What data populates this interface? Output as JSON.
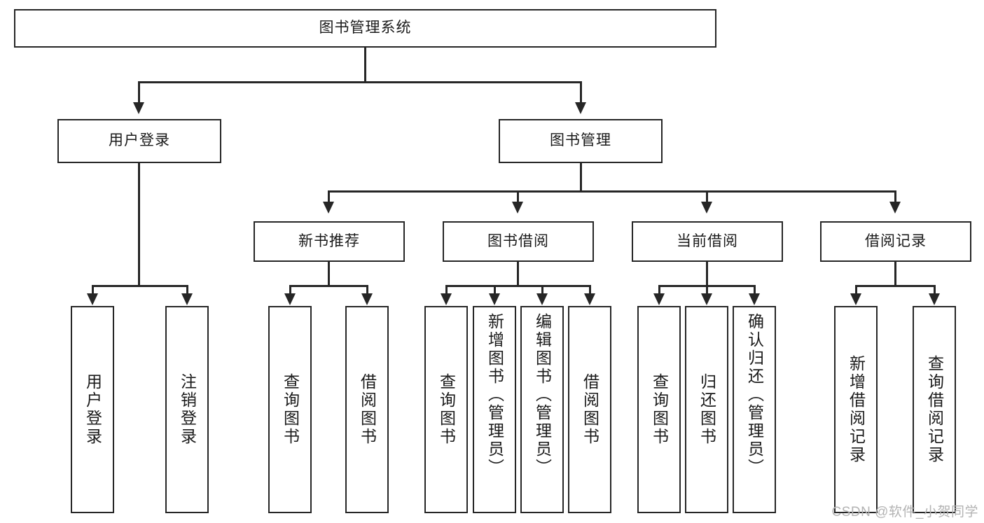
{
  "diagram": {
    "title": "图书管理系统",
    "root": {
      "label": "图书管理系统"
    },
    "level1": [
      {
        "label": "用户登录"
      },
      {
        "label": "图书管理"
      }
    ],
    "level2": [
      {
        "label": "新书推荐"
      },
      {
        "label": "图书借阅"
      },
      {
        "label": "当前借阅"
      },
      {
        "label": "借阅记录"
      }
    ],
    "leaves": {
      "user_login": [
        {
          "label": "用户登录"
        },
        {
          "label": "注销登录"
        }
      ],
      "new_book_recommend": [
        {
          "label": "查询图书"
        },
        {
          "label": "借阅图书"
        }
      ],
      "book_borrow": [
        {
          "label": "查询图书"
        },
        {
          "label": "新增图书（管理员）"
        },
        {
          "label": "编辑图书（管理员）"
        },
        {
          "label": "借阅图书"
        }
      ],
      "current_borrow": [
        {
          "label": "查询图书"
        },
        {
          "label": "归还图书"
        },
        {
          "label": "确认归还（管理员）"
        }
      ],
      "borrow_record": [
        {
          "label": "新增借阅记录"
        },
        {
          "label": "查询借阅记录"
        }
      ]
    }
  },
  "watermark": {
    "text": "CSDN @软件_小贺同学"
  },
  "colors": {
    "stroke": "#262626",
    "text": "#1a1a1a",
    "background": "#ffffff",
    "watermark": "#b3b3b3"
  }
}
